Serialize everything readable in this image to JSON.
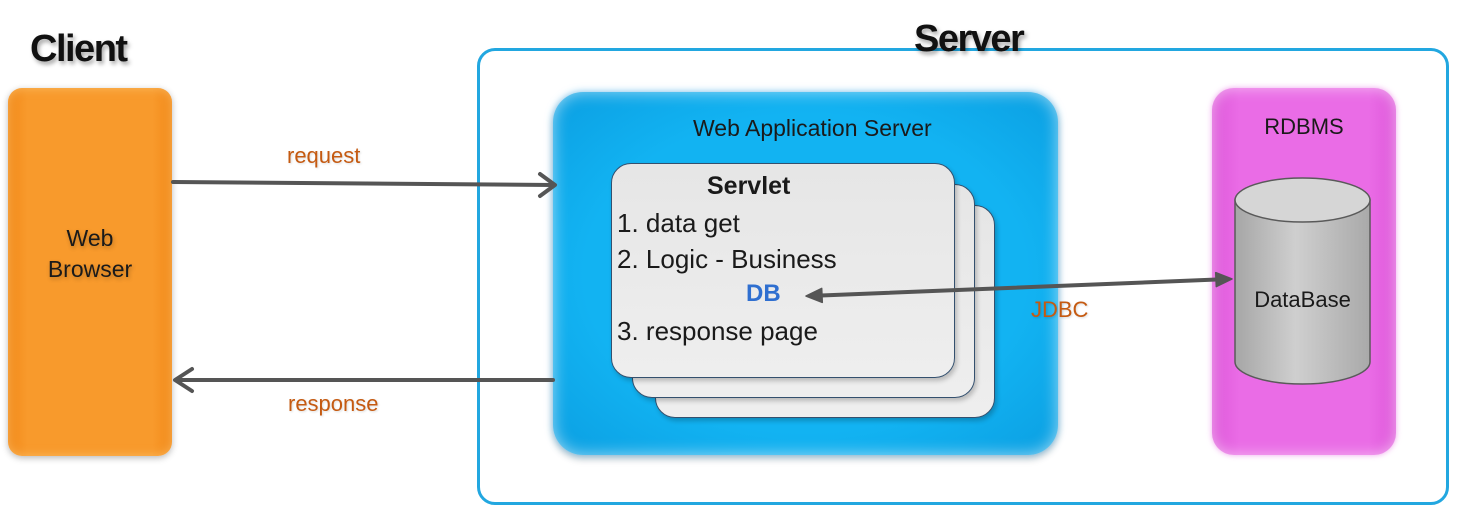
{
  "titles": {
    "client": "Client",
    "server": "Server"
  },
  "client_box": {
    "line1": "Web",
    "line2": "Browser"
  },
  "web_application_server": {
    "label": "Web Application Server"
  },
  "servlet": {
    "title": "Servlet",
    "steps": [
      "1. data get",
      "2. Logic - Business",
      "3. response page"
    ],
    "db": "DB"
  },
  "rdbms": {
    "label": "RDBMS",
    "database": "DataBase"
  },
  "connections": {
    "request": "request",
    "response": "response",
    "jdbc": "JDBC"
  },
  "colors": {
    "client_box": "#f89a2c",
    "server_border": "#22a7e0",
    "was_box": "#12b3f2",
    "rdbms_box": "#ea6ce6",
    "servlet_card": "#e6e6e6",
    "arrow": "#555555",
    "connection_label": "#c55a11",
    "db_label": "#2f6fd0",
    "database": "#bdbdbd"
  }
}
